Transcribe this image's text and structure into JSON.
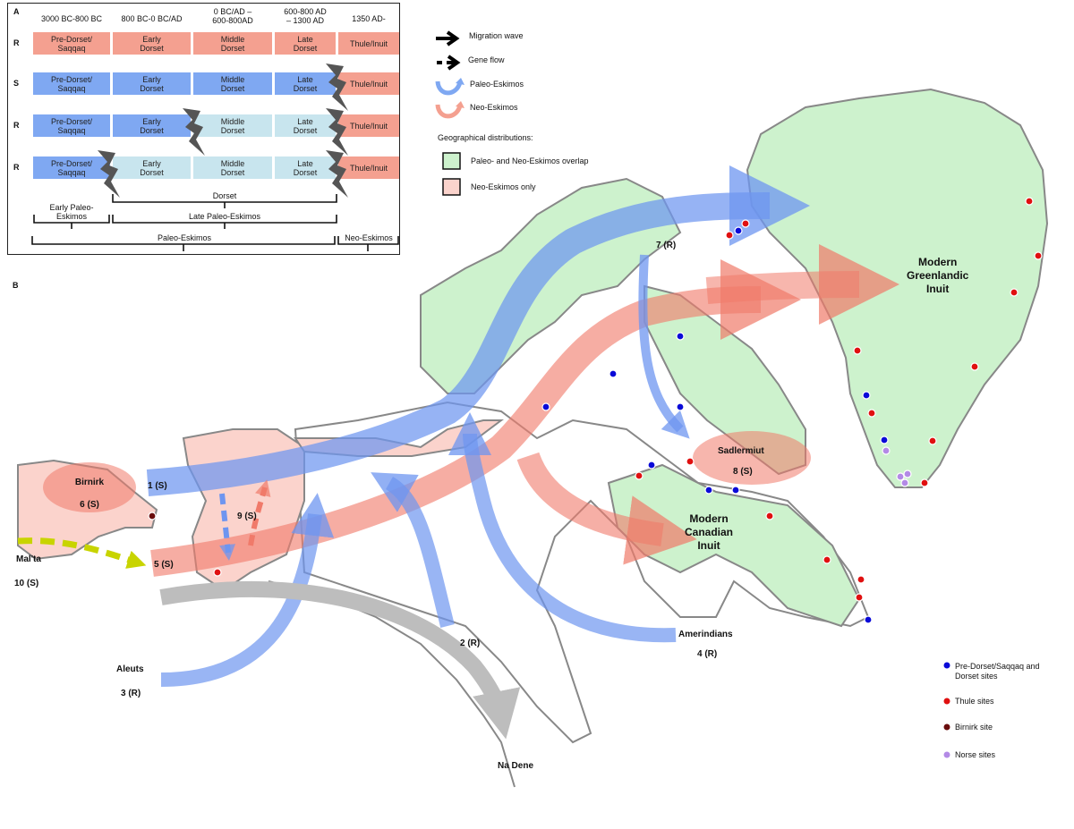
{
  "panel_a": {
    "label": "A",
    "periods": [
      "3000 BC-800 BC",
      "800 BC-0 BC/AD",
      "0 BC/AD –\n600-800AD",
      "600-800 AD\n– 1300 AD",
      "1350 AD-"
    ],
    "rows": [
      {
        "type": "R",
        "cells": [
          "Pre-Dorset/\nSaqqaq",
          "Early\nDorset",
          "Middle\nDorset",
          "Late\nDorset",
          "Thule/Inuit"
        ]
      },
      {
        "type": "S",
        "cells": [
          "Pre-Dorset/\nSaqqaq",
          "Early\nDorset",
          "Middle\nDorset",
          "Late\nDorset",
          "Thule/Inuit"
        ]
      },
      {
        "type": "R",
        "cells": [
          "Pre-Dorset/\nSaqqaq",
          "Early\nDorset",
          "Middle\nDorset",
          "Late\nDorset",
          "Thule/Inuit"
        ]
      },
      {
        "type": "R",
        "cells": [
          "Pre-Dorset/\nSaqqaq",
          "Early\nDorset",
          "Middle\nDorset",
          "Late\nDorset",
          "Thule/Inuit"
        ]
      }
    ],
    "brackets": {
      "dorset": "Dorset",
      "early_paleo": "Early Paleo-\nEskimos",
      "late_paleo": "Late Paleo-Eskimos",
      "paleo": "Paleo-Eskimos",
      "neo": "Neo-Eskimos"
    }
  },
  "legend": {
    "migration_wave": "Migration wave",
    "gene_flow": "Gene flow",
    "paleo_eskimos": "Paleo-Eskimos",
    "neo_eskimos": "Neo-Eskimos",
    "geo_title": "Geographical distributions:",
    "overlap": "Paleo- and Neo-Eskimos overlap",
    "neo_only": "Neo-Eskimos only"
  },
  "site_legend": {
    "predorset": "Pre-Dorset/Saqqaq and\nDorset sites",
    "thule": "Thule sites",
    "birnirk": "Birnirk site",
    "norse": "Norse sites"
  },
  "panel_b": {
    "label": "B",
    "birnirk": "Birnirk",
    "birnirk_num": "6 (S)",
    "route1": "1 (S)",
    "route9": "9 (S)",
    "malta": "Mal'ta",
    "malta_num": "10 (S)",
    "route5": "5 (S)",
    "aleuts": "Aleuts",
    "aleuts_num": "3 (R)",
    "route2": "2 (R)",
    "na_dene": "Na Dene",
    "amerindians": "Amerindians",
    "amerindians_num": "4 (R)",
    "route7": "7 (R)",
    "sadlermiut": "Sadlermiut",
    "sadlermiut_num": "8 (S)",
    "canadian_inuit": "Modern\nCanadian\nInuit",
    "greenlandic_inuit": "Modern\nGreenlandic\nInuit"
  },
  "colors": {
    "paleo": "#6e95f0",
    "neo": "#f07a6a",
    "overlap": "#cdf2cd",
    "neo_only": "#fbd3cc",
    "predorset_site": "#0a0ad8",
    "thule_site": "#e01010",
    "birnirk_site": "#6a0d0d",
    "norse_site": "#b38ae6"
  }
}
